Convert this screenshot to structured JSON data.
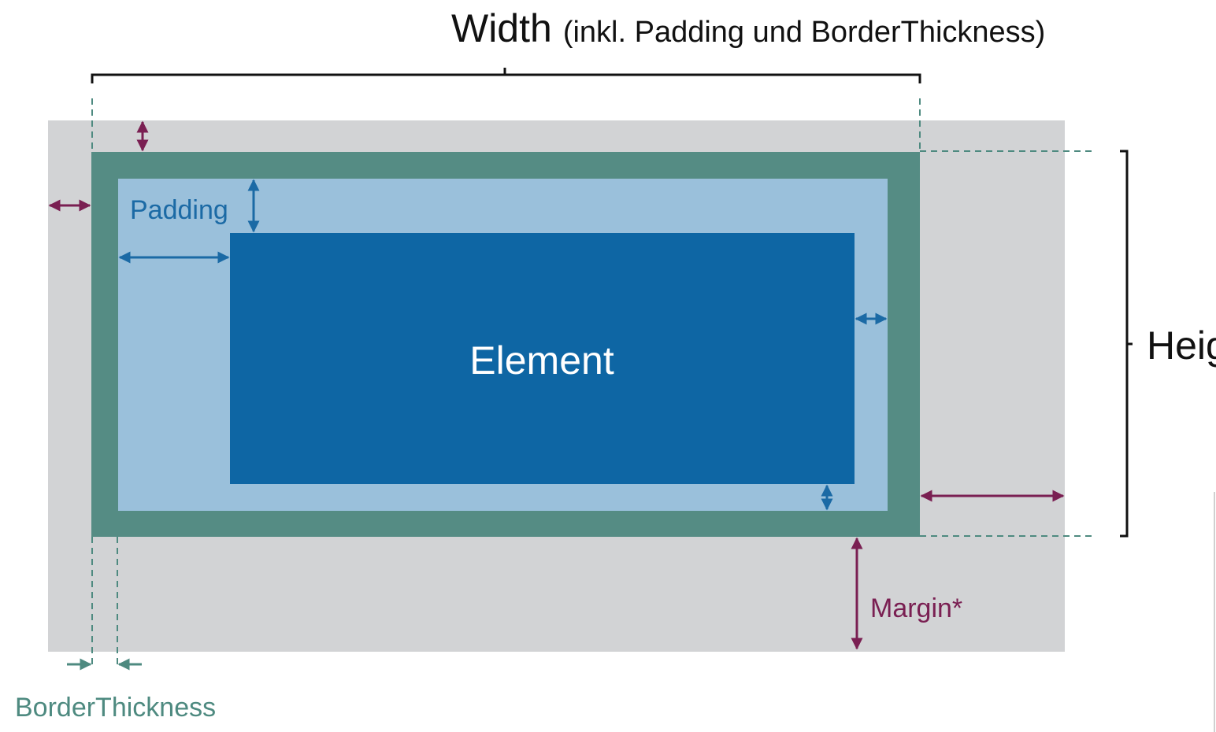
{
  "width_label": {
    "main": "Width",
    "note": "(inkl. Padding und BorderThickness)"
  },
  "height_label": "Height",
  "element_label": "Element",
  "padding_label": "Padding",
  "margin_label": "Margin*",
  "border_label": "BorderThickness",
  "colors": {
    "margin_area": "#d2d3d5",
    "border": "#558c84",
    "padding_area": "#9ac0db",
    "element": "#0e66a4",
    "margin_arrow": "#7a1f52",
    "padding_arrow": "#1b6aa5",
    "border_guide": "#4e8a80",
    "bracket": "#111111"
  }
}
